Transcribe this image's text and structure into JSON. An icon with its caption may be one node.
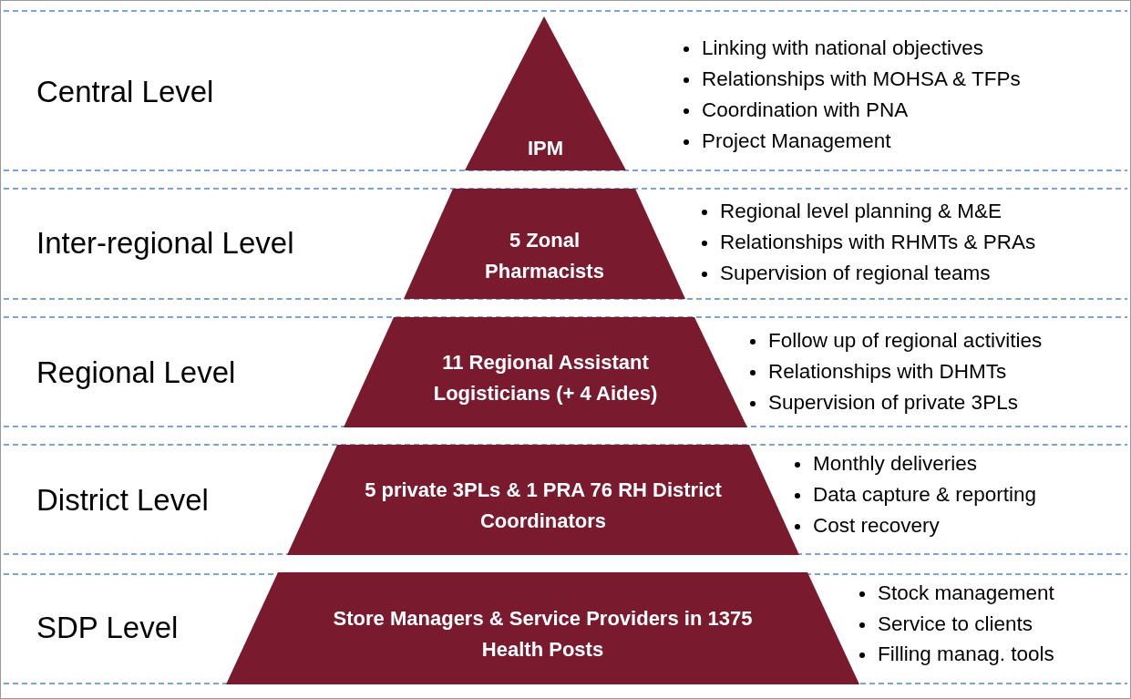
{
  "diagram": {
    "nodes": [
      {
        "text": [
          "IPM"
        ]
      },
      {
        "text": [
          "5 Zonal Pharmacists"
        ]
      },
      {
        "text": [
          "11 Regional Assistant Logisticians (+ 4 Aides)"
        ]
      },
      {
        "text": [
          "5 private 3PLs & 1 PRA 76 RH District Coordinators"
        ]
      },
      {
        "text": [
          "Store Managers & Service Providers in 1375 Health Posts"
        ]
      }
    ],
    "labels": [
      "Central Level",
      "Linking with national objectives",
      "Relationships with MOHSA & TFPs",
      "Coordination with PNA",
      "Project Management",
      "Inter-regional Level",
      "Regional level planning & M&E",
      "Relationships with RHMTs & PRAs",
      "Supervision of regional teams",
      "Regional Level",
      "Follow up of regional activities",
      "Relationships with DHMTs",
      "Supervision of private 3PLs",
      "District Level",
      "Monthly deliveries",
      "Data capture & reporting",
      "Cost recovery",
      "SDP Level",
      "Stock management",
      "Service to clients",
      "Filling manag. tools"
    ]
  }
}
